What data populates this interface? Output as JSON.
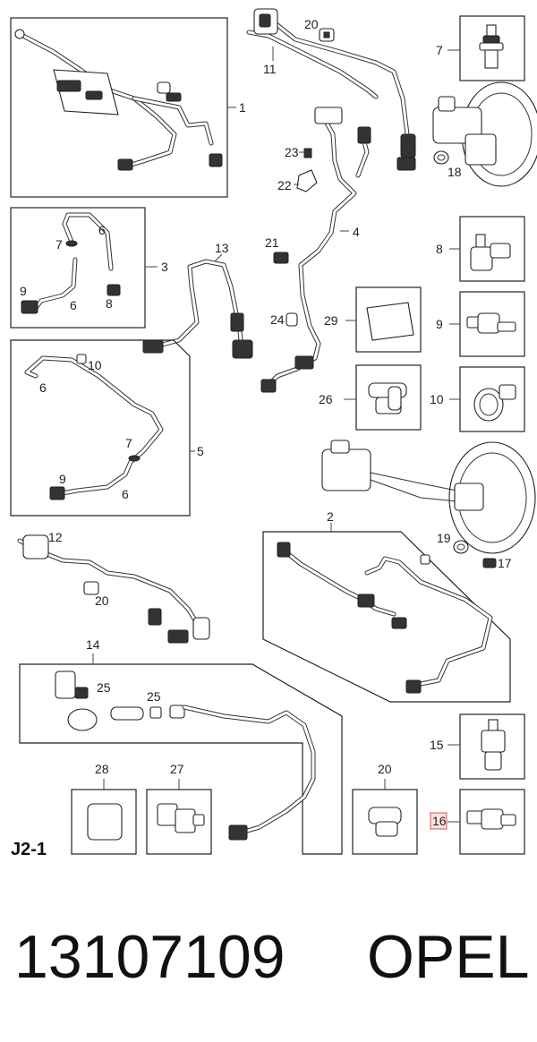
{
  "diagram": {
    "section_code": "J2-1",
    "part_number": "13107109",
    "brand": "OPEL",
    "highlighted_callout": "16",
    "callouts": {
      "c1": "1",
      "c2": "2",
      "c3": "3",
      "c4": "4",
      "c5": "5",
      "c6a": "6",
      "c6b": "6",
      "c6c": "6",
      "c6d": "6",
      "c7a": "7",
      "c7b": "7",
      "c7c": "7",
      "c8a": "8",
      "c8b": "8",
      "c9a": "9",
      "c9b": "9",
      "c9c": "9",
      "c10a": "10",
      "c10b": "10",
      "c11": "11",
      "c12": "12",
      "c13": "13",
      "c14": "14",
      "c15": "15",
      "c16": "16",
      "c17": "17",
      "c18": "18",
      "c19": "19",
      "c20a": "20",
      "c20b": "20",
      "c20c": "20",
      "c21": "21",
      "c22": "22",
      "c23": "23",
      "c24": "24",
      "c25a": "25",
      "c25b": "25",
      "c26": "26",
      "c27": "27",
      "c28": "28",
      "c29": "29"
    }
  }
}
